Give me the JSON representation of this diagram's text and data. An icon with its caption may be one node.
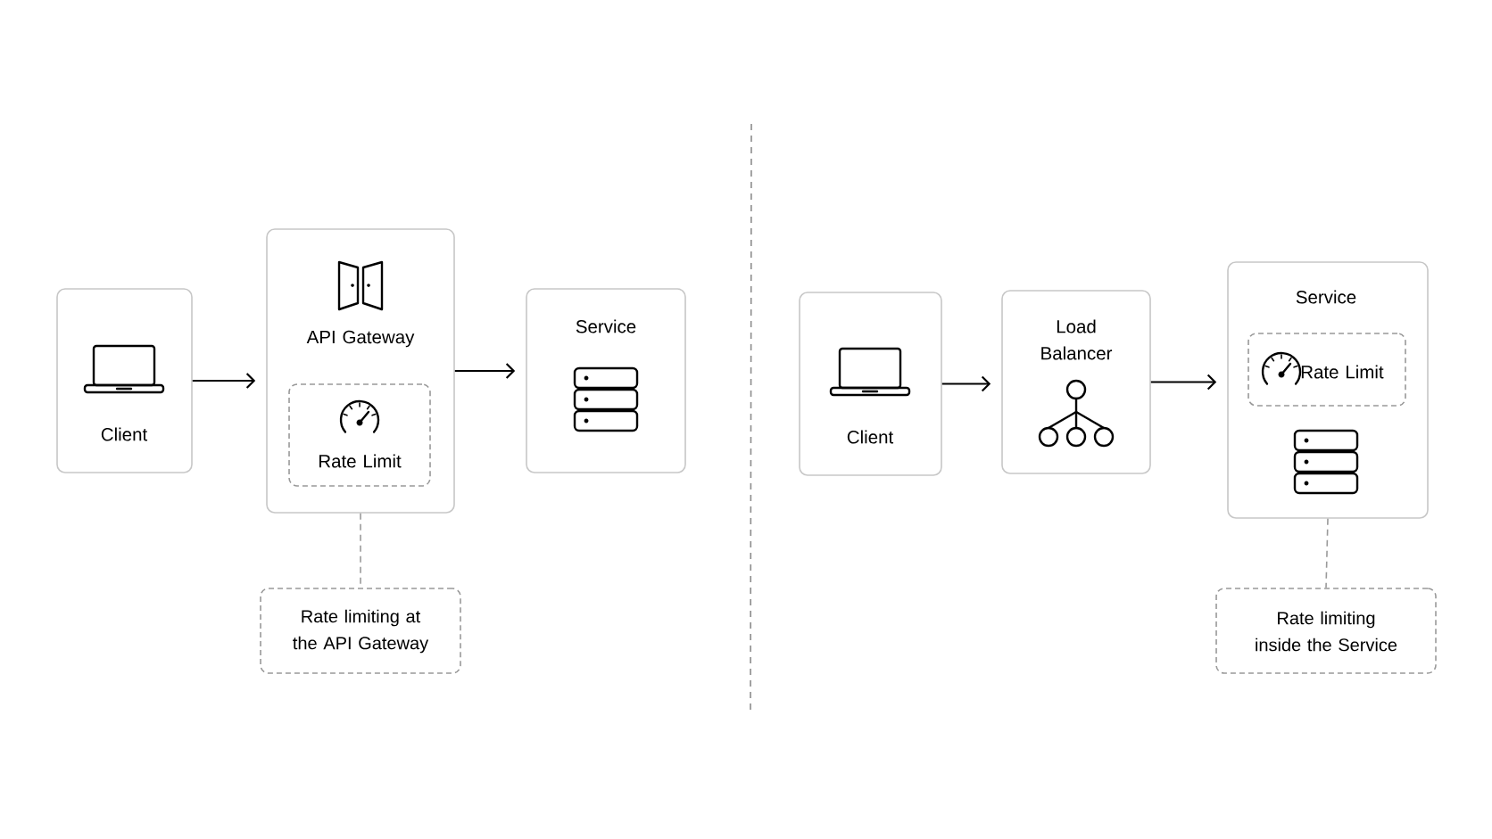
{
  "diagram": {
    "nodes": [
      {
        "text": [
          "Client"
        ]
      },
      {
        "text": [
          "API Gateway"
        ]
      },
      {
        "text": [
          "Rate Limit"
        ],
        "in": 1
      },
      {
        "text": [
          "Service"
        ]
      },
      {
        "text": [
          "Rate limiting at the API Gateway"
        ]
      },
      {
        "text": [
          "Client"
        ]
      },
      {
        "text": [
          "Load Balancer"
        ]
      },
      {
        "text": [
          "Service"
        ]
      },
      {
        "text": [
          "Rate Limit"
        ],
        "in": 7
      },
      {
        "text": [
          "Rate limiting inside the Service"
        ]
      }
    ],
    "edges": [
      {
        "from": 0,
        "to": 1,
        "arrow": "to"
      },
      {
        "from": 1,
        "to": 3,
        "arrow": "to"
      },
      {
        "from": 1,
        "to": 4,
        "arrow": "none",
        "style": "dashed",
        "color": "#9a9a9a"
      },
      {
        "from": 5,
        "to": 6,
        "arrow": "to"
      },
      {
        "from": 6,
        "to": 7,
        "arrow": "to"
      },
      {
        "from": 7,
        "to": 9,
        "arrow": "none",
        "style": "dashed",
        "color": "#9a9a9a"
      }
    ]
  }
}
